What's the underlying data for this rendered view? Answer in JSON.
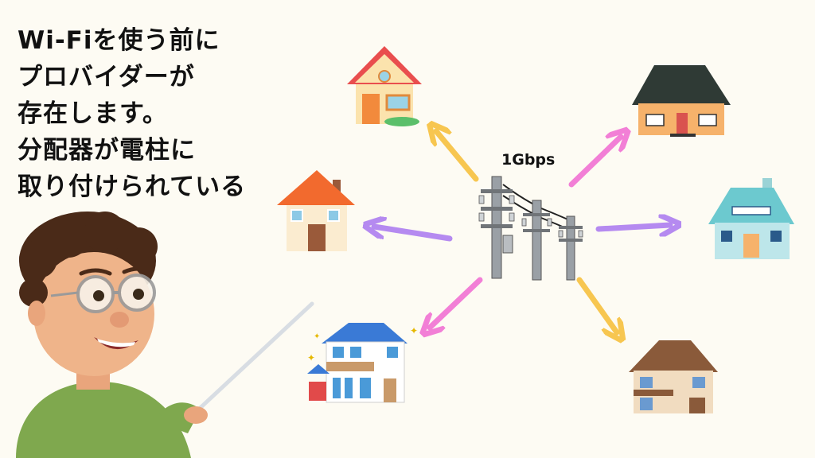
{
  "headline": {
    "lines": [
      "Wi-Fiを使う前に",
      "プロバイダーが",
      "存在します。",
      "分配器が電柱に",
      "取り付けられている"
    ]
  },
  "diagram": {
    "bandwidth_label": "1Gbps",
    "center": "utility-poles-with-splitter",
    "houses": [
      {
        "name": "house-top-left",
        "arrow_color": "#f7c650"
      },
      {
        "name": "house-left",
        "arrow_color": "#b58af0"
      },
      {
        "name": "house-bottom-left",
        "arrow_color": "#f27fd6"
      },
      {
        "name": "house-top-right",
        "arrow_color": "#f27fd6"
      },
      {
        "name": "house-right",
        "arrow_color": "#b58af0"
      },
      {
        "name": "house-bottom-right",
        "arrow_color": "#f7c650"
      }
    ]
  },
  "colors": {
    "background": "#fdfbf3",
    "yellow_arrow": "#f7c650",
    "purple_arrow": "#b58af0",
    "pink_arrow": "#f27fd6"
  }
}
